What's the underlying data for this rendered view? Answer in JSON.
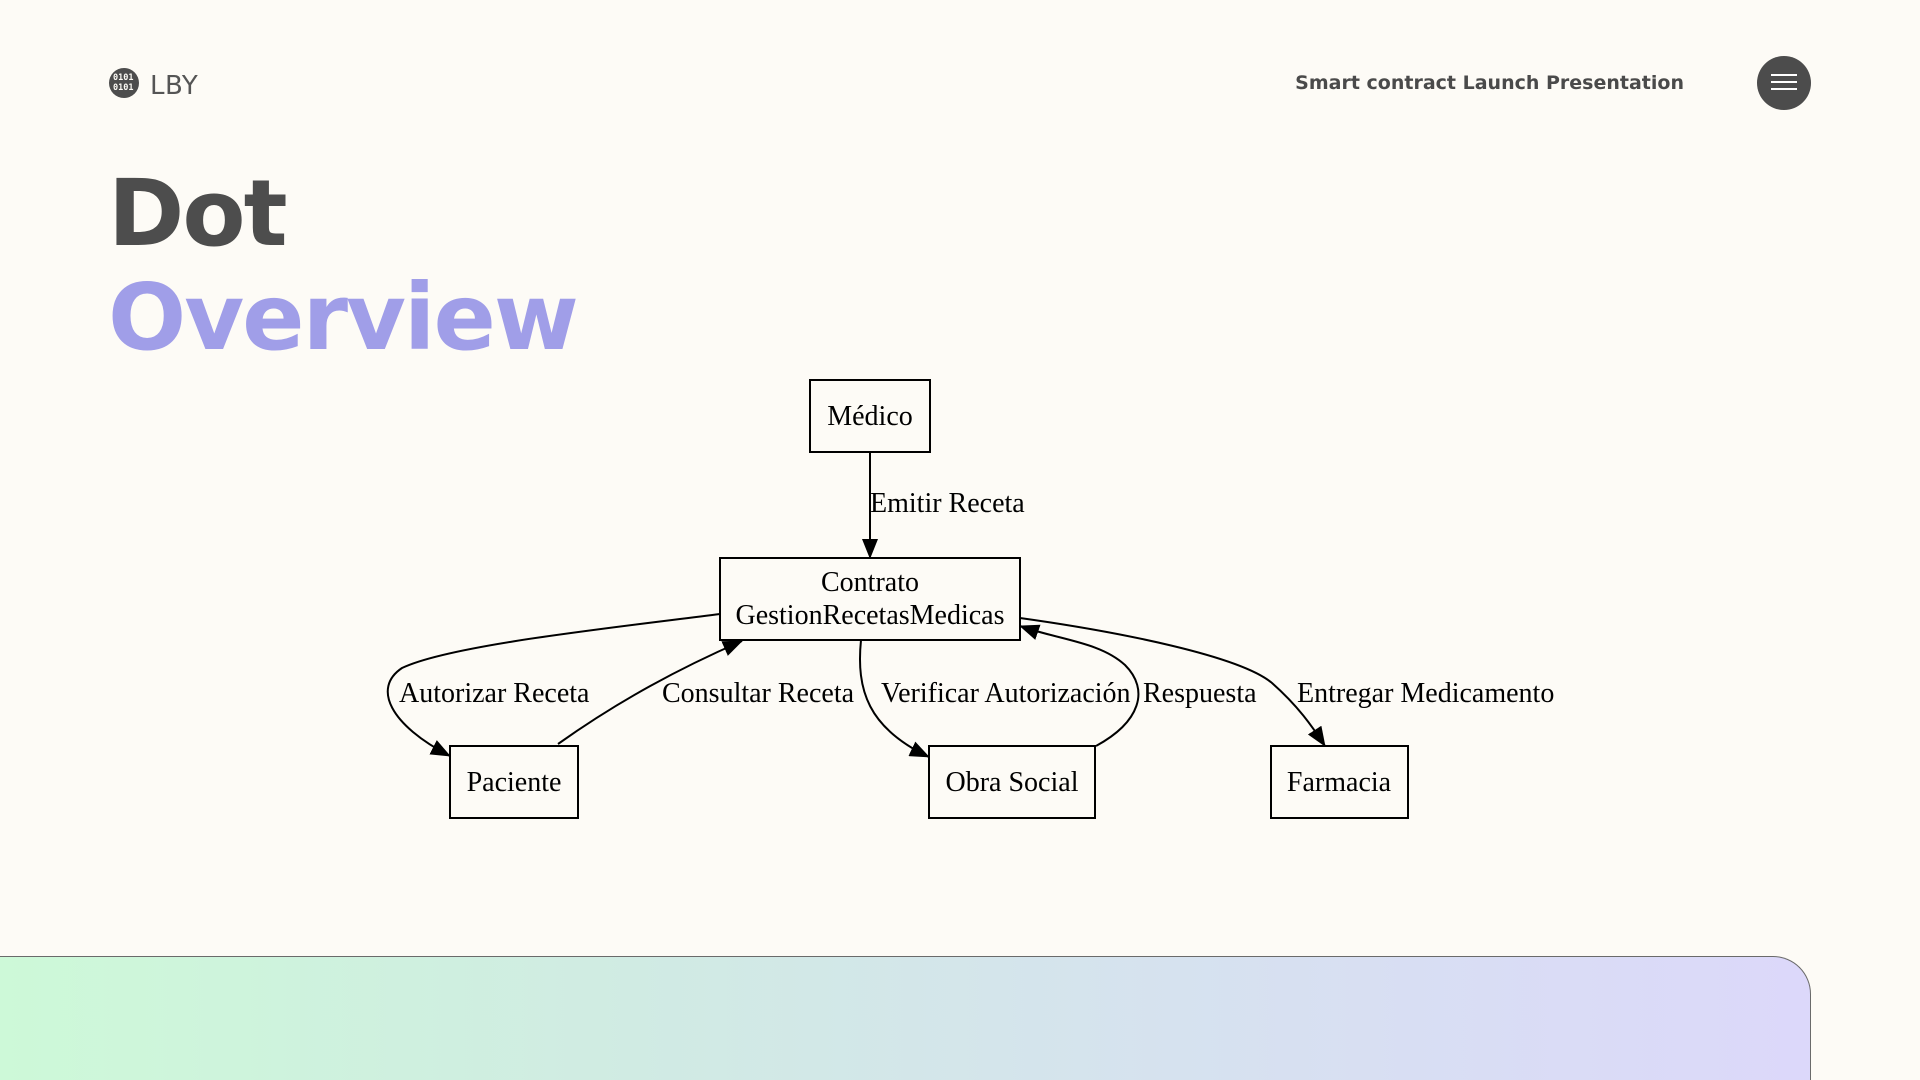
{
  "header": {
    "logo_text": "LBY",
    "title": "Smart contract Launch Presentation"
  },
  "hero": {
    "line1": "Dot",
    "line2": "Overview"
  },
  "diagram": {
    "nodes": {
      "medico": "Médico",
      "contrato_line1": "Contrato",
      "contrato_line2": "GestionRecetasMedicas",
      "paciente": "Paciente",
      "obra_social": "Obra Social",
      "farmacia": "Farmacia"
    },
    "edges": {
      "emitir": "Emitir Receta",
      "autorizar": "Autorizar Receta",
      "consultar": "Consultar Receta",
      "verificar": "Verificar Autorización",
      "respuesta": "Respuesta",
      "entregar": "Entregar Medicamento"
    }
  },
  "colors": {
    "background": "#fdfbf6",
    "title_dark": "#4d4d4d",
    "title_accent": "#a09ee8",
    "menu_button": "#4c4c4c"
  },
  "icons": {
    "logo": "binary-globe-icon",
    "menu": "hamburger-menu-icon"
  }
}
